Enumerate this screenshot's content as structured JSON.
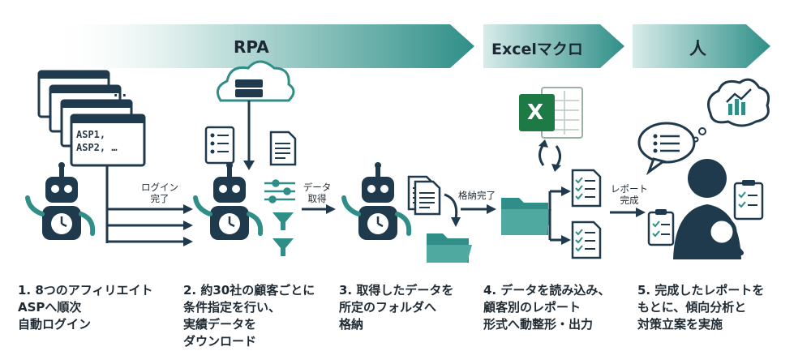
{
  "banners": {
    "rpa": "RPA",
    "excel_macro": "Excelマクロ",
    "human": "人"
  },
  "asp_window": {
    "line1": "ASP1,",
    "line2": "ASP2, …",
    "ellipsis": "…"
  },
  "excel_icon_letter": "X",
  "arrow_labels": {
    "login_done_1": "ログイン",
    "login_done_2": "完了",
    "data_get_1": "データ",
    "data_get_2": "取得",
    "store_done": "格納完了",
    "report_done_1": "レポート",
    "report_done_2": "完成"
  },
  "steps": [
    "1. 8つのアフィリエイト\n   ASPへ順次\n   自動ログイン",
    "2. 約30社の顧客ごとに\n   条件指定を行い、\n   実績データを\n   ダウンロード",
    "3. 取得したデータを\n   所定のフォルダへ\n   格納",
    "4. データを読み込み、\n   顧客別のレポート\n   形式へ動整形・出力",
    "5. 完成したレポートを\n   もとに、傾向分析と\n   対策立案を実施"
  ],
  "colors": {
    "teal": "#2f8f88",
    "navy": "#1f3a4d",
    "excel_green": "#1e7a45"
  }
}
